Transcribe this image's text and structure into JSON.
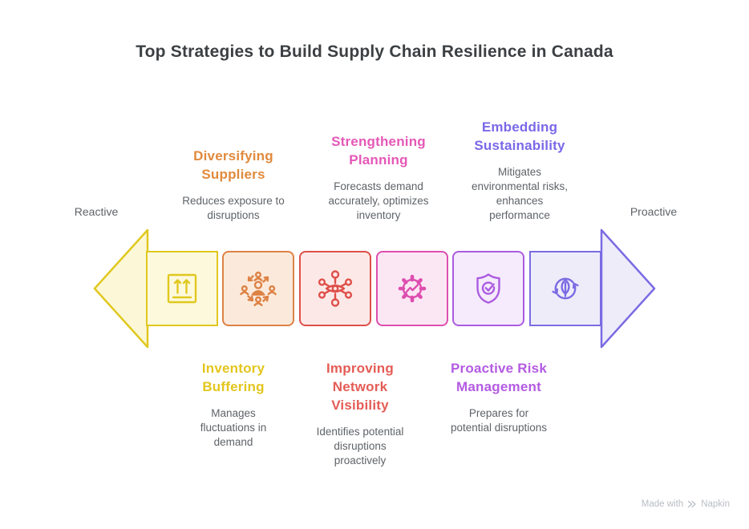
{
  "title": "Top Strategies to Build Supply Chain Resilience in Canada",
  "title_color": "#3C4043",
  "description_color": "#5F6368",
  "axis": {
    "left_label": "Reactive",
    "right_label": "Proactive",
    "label_color": "#5F6368"
  },
  "arrow": {
    "left": {
      "stroke": "#E0C81F",
      "fill": "#FCF8D7"
    },
    "right": {
      "stroke": "#7A6BE3",
      "fill": "#EFECFA"
    }
  },
  "strategies": [
    {
      "name": "Inventory\nBuffering",
      "description": "Manages\nfluctuations in\ndemand",
      "label_position": "bottom",
      "heading_color": "#E3C61D",
      "segment_border": "#E0C81F",
      "segment_fill": "#FDF9DC",
      "icon": "package-arrows-icon"
    },
    {
      "name": "Diversifying\nSuppliers",
      "description": "Reduces exposure to\ndisruptions",
      "label_position": "top",
      "heading_color": "#E18A3C",
      "segment_border": "#DD8245",
      "segment_fill": "#FBEADC",
      "icon": "people-cycle-icon"
    },
    {
      "name": "Improving\nNetwork\nVisibility",
      "description": "Identifies potential\ndisruptions\nproactively",
      "label_position": "bottom",
      "heading_color": "#E45C55",
      "segment_border": "#DF4F49",
      "segment_fill": "#FCE9E7",
      "icon": "eye-network-icon"
    },
    {
      "name": "Strengthening\nPlanning",
      "description": "Forecasts demand\naccurately, optimizes\ninventory",
      "label_position": "top",
      "heading_color": "#E558B7",
      "segment_border": "#DD4EAF",
      "segment_fill": "#FBE7F4",
      "icon": "gear-chart-icon"
    },
    {
      "name": "Proactive Risk\nManagement",
      "description": "Prepares for\npotential disruptions",
      "label_position": "bottom",
      "heading_color": "#B45BE2",
      "segment_border": "#AC5BE0",
      "segment_fill": "#F5EBFC",
      "icon": "shield-check-icon"
    },
    {
      "name": "Embedding\nSustainability",
      "description": "Mitigates\nenvironmental risks,\nenhances\nperformance",
      "label_position": "top",
      "heading_color": "#7A68E8",
      "segment_border": "#7A6BE3",
      "segment_fill": "#EFECFA",
      "icon": "leaf-cycle-icon"
    }
  ],
  "watermark": {
    "prefix": "Made with",
    "brand": "Napkin",
    "color": "#B9BDC3"
  }
}
